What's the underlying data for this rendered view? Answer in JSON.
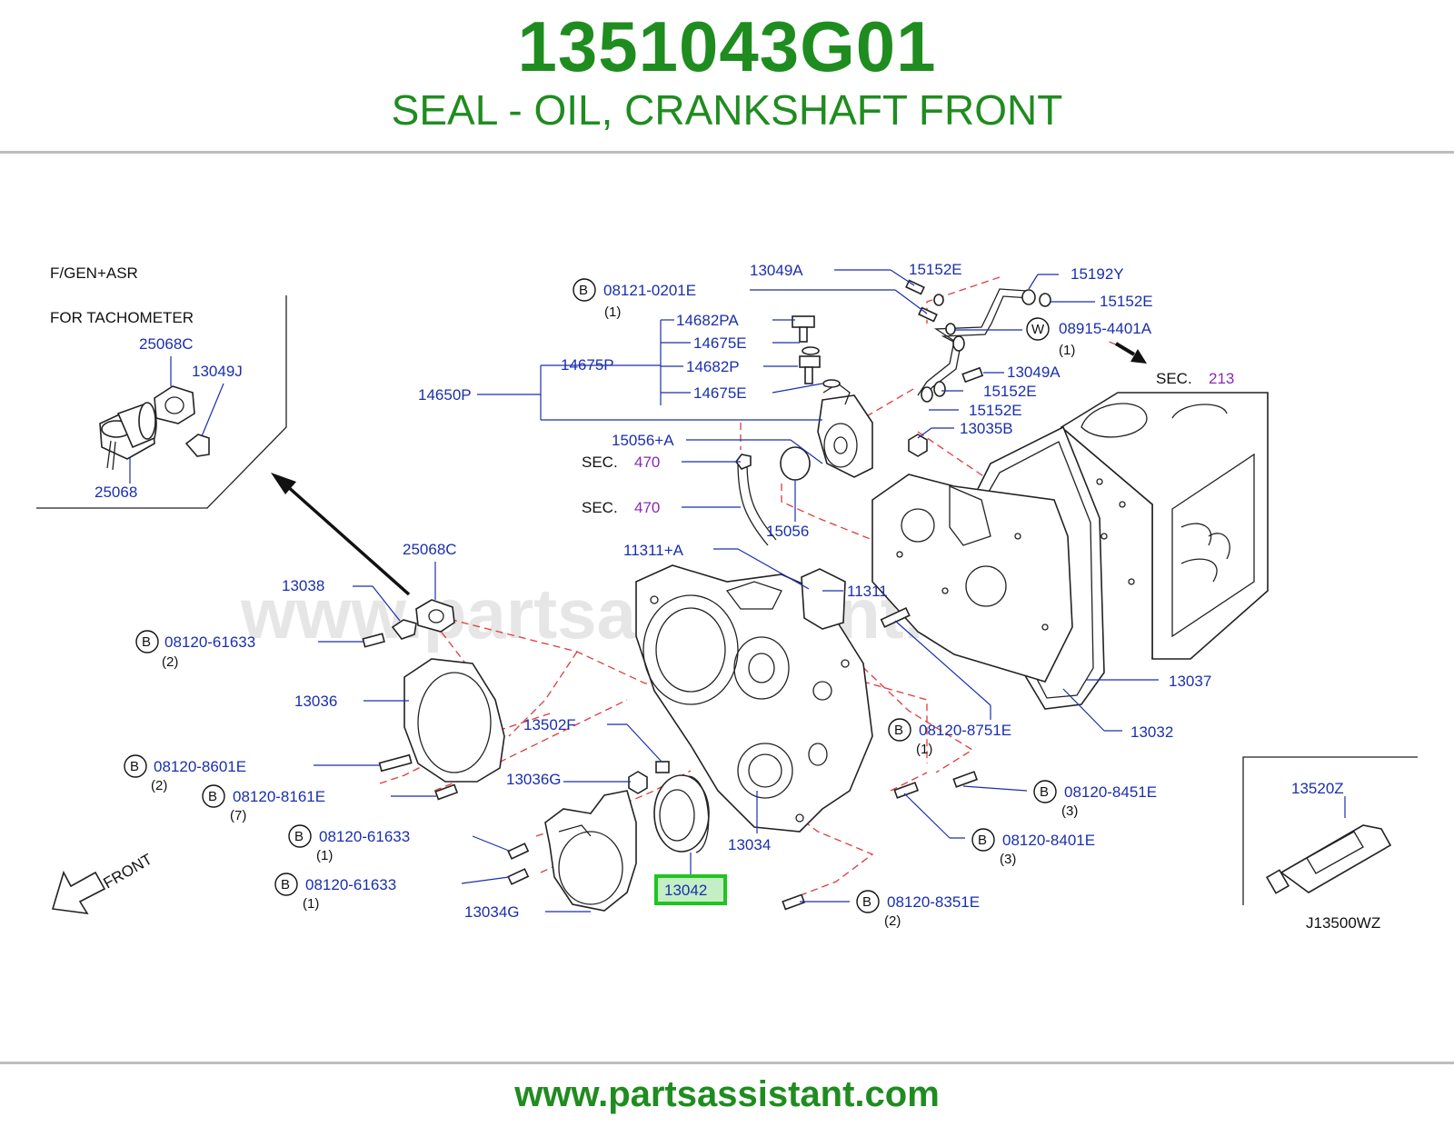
{
  "header": {
    "part_number": "1351043G01",
    "part_name": "SEAL - OIL, CRANKSHAFT FRONT"
  },
  "footer": {
    "url": "www.partsassistant.com"
  },
  "watermark": "www.partsassistant.com",
  "colors": {
    "brand_green": "#1f8c1f",
    "label_blue": "#1a2fae",
    "section_purple": "#8a2ab5",
    "dashed_red": "#e03a3a",
    "highlight_green": "#21c421"
  },
  "inset_tachometer": {
    "note_1": "F/GEN+ASR",
    "note_2": "FOR  TACHOMETER",
    "labels": [
      "25068C",
      "13049J",
      "25068"
    ]
  },
  "inset_sealant": {
    "label": "13520Z",
    "code": "J13500WZ"
  },
  "direction": {
    "front": "FRONT"
  },
  "section_refs": {
    "sec_word": "SEC.",
    "sec_213": "213",
    "sec_470": "470"
  },
  "highlight": {
    "label": "13042"
  },
  "labels": {
    "p13049A_1": "13049A",
    "p15152E_1": "15152E",
    "p15192Y": "15192Y",
    "p15152E_2": "15152E",
    "p08121": "08121-0201E",
    "p08121_qty": "(1)",
    "p08915": "08915-4401A",
    "p08915_qty": "(1)",
    "p14682PA": "14682PA",
    "p14675E_1": "14675E",
    "p14682P": "14682P",
    "p14675E_2": "14675E",
    "p14675P": "14675P",
    "p14650P": "14650P",
    "p13049A_2": "13049A",
    "p15152E_3": "15152E",
    "p15152E_4": "15152E",
    "p13035B": "13035B",
    "p15056A": "15056+A",
    "p15056": "15056",
    "p11311A": "11311+A",
    "p11311": "11311",
    "p25068C": "25068C",
    "p13038": "13038",
    "p08120_61633_a": "08120-61633",
    "p08120_61633_a_qty": "(2)",
    "p13036": "13036",
    "p13502F": "13502F",
    "p08120_8601E": "08120-8601E",
    "p08120_8601E_qty": "(2)",
    "p08120_8161E": "08120-8161E",
    "p08120_8161E_qty": "(7)",
    "p13036G": "13036G",
    "p08120_61633_b": "08120-61633",
    "p08120_61633_b_qty": "(1)",
    "p08120_61633_c": "08120-61633",
    "p08120_61633_c_qty": "(1)",
    "p13034G": "13034G",
    "p13034": "13034",
    "p08120_8751E": "08120-8751E",
    "p08120_8751E_qty": "(1)",
    "p13037": "13037",
    "p13032": "13032",
    "p08120_8451E": "08120-8451E",
    "p08120_8451E_qty": "(3)",
    "p08120_8401E": "08120-8401E",
    "p08120_8401E_qty": "(3)",
    "p08120_8351E": "08120-8351E",
    "p08120_8351E_qty": "(2)"
  },
  "badges": {
    "bolt": "B",
    "washer": "W"
  }
}
